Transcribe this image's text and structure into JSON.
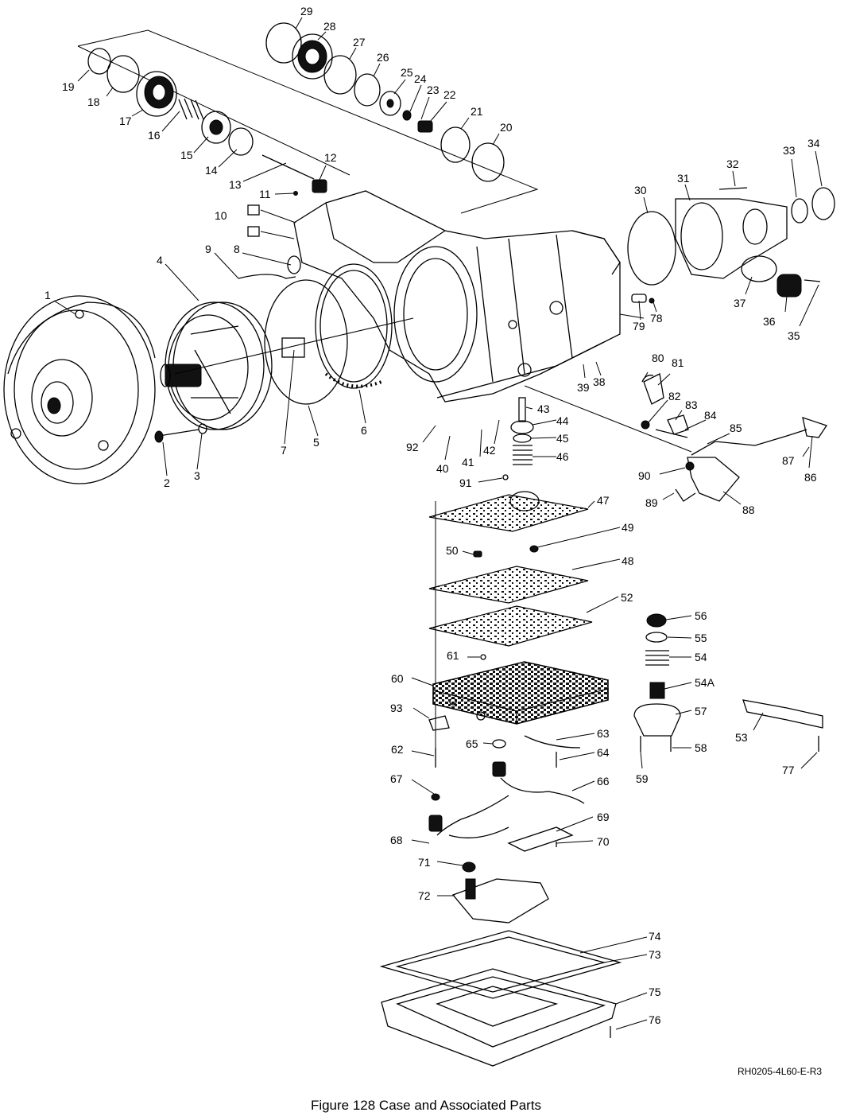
{
  "caption": "Figure 128 Case and Associated Parts",
  "reference_code": "RH0205-4L60-E-R3",
  "callouts": [
    "1",
    "2",
    "3",
    "4",
    "5",
    "6",
    "7",
    "8",
    "9",
    "10",
    "11",
    "12",
    "13",
    "14",
    "15",
    "16",
    "17",
    "18",
    "19",
    "20",
    "21",
    "22",
    "23",
    "24",
    "25",
    "26",
    "27",
    "28",
    "29",
    "30",
    "31",
    "32",
    "33",
    "34",
    "35",
    "36",
    "37",
    "38",
    "39",
    "40",
    "41",
    "42",
    "43",
    "44",
    "45",
    "46",
    "47",
    "48",
    "49",
    "50",
    "52",
    "53",
    "54",
    "54A",
    "55",
    "56",
    "57",
    "58",
    "59",
    "60",
    "61",
    "62",
    "63",
    "64",
    "65",
    "66",
    "67",
    "68",
    "69",
    "70",
    "71",
    "72",
    "73",
    "74",
    "75",
    "76",
    "77",
    "78",
    "79",
    "80",
    "81",
    "82",
    "83",
    "84",
    "85",
    "86",
    "87",
    "88",
    "89",
    "90",
    "91",
    "92",
    "93"
  ]
}
